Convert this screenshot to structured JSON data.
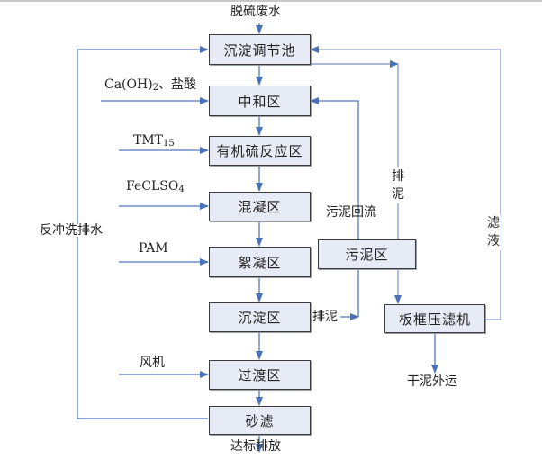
{
  "colors": {
    "line": "#5078bf",
    "line_light": "#9aaedb",
    "box_fill": "#e6ebf5",
    "box_border": "#3a3a3a"
  },
  "nodes": {
    "regulating_tank": "沉淀调节池",
    "neutralization": "中和区",
    "organosulfur_reaction": "有机硫反应区",
    "coagulation": "混凝区",
    "flocculation": "絮凝区",
    "sedimentation": "沉淀区",
    "transition": "过渡区",
    "sand_filter": "砂滤",
    "sludge_zone": "污泥区",
    "filter_press": "板框压滤机"
  },
  "labels": {
    "inlet": "脱硫废水",
    "caoh2_main": "Ca(OH)",
    "caoh2_sub": "2",
    "caoh2_rest": "、盐酸",
    "tmt_main": "TMT",
    "tmt_sub": "15",
    "fecl_main": "FeCLSO",
    "fecl_sub": "4",
    "pam": "PAM",
    "blower": "风机",
    "backwash": "反冲洗排水",
    "sludge_return": "污泥回流",
    "sludge_discharge_v": "排泥",
    "sludge_discharge_h": "排泥",
    "filtrate": "滤液",
    "dry_sludge": "干泥外运",
    "outlet": "达标排放"
  }
}
